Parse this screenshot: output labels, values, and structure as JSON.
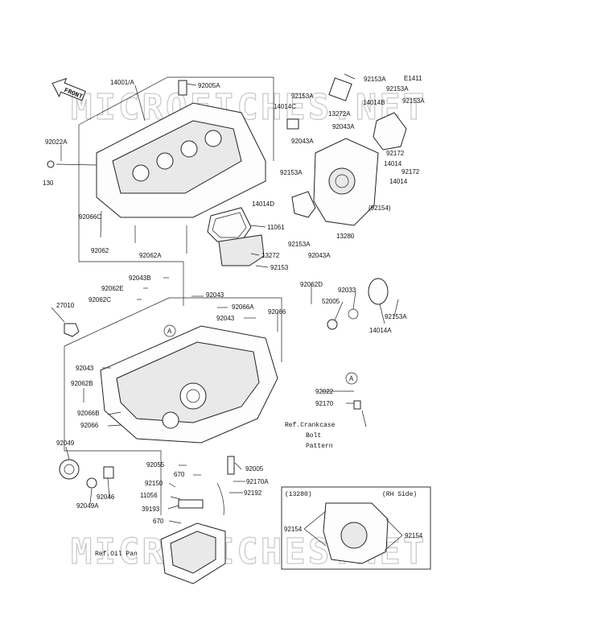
{
  "diagram_code": "E1411",
  "front_label": "FRONT",
  "watermark_text": "MICROFICHES.NET",
  "circle_ref": "A",
  "ref_crankcase": [
    "Ref.Crankcase",
    "Bolt",
    "Pattern"
  ],
  "ref_oil_pan": "Ref.Oil Pan",
  "inset": {
    "code": "(13280)",
    "side": "(RH Side)",
    "part_left": "92154",
    "part_right": "92154"
  },
  "labels": {
    "l1": "14001/A",
    "l2": "92005A",
    "l3": "92153A",
    "l4": "92153A",
    "l5": "92153A",
    "l6": "92153A",
    "l7": "14014C",
    "l8": "14014B",
    "l9": "13272A",
    "l10": "92043A",
    "l11": "92022A",
    "l12": "130",
    "l13": "92043A",
    "l14": "92172",
    "l15": "14014",
    "l16": "92153A",
    "l17": "92172",
    "l18": "14014",
    "l19": "14014D",
    "l20": "(92154)",
    "l21": "92066C",
    "l22": "11061",
    "l23": "13280",
    "l24": "92062",
    "l25": "92153A",
    "l26": "92062A",
    "l27": "13272",
    "l28": "92043A",
    "l29": "92153",
    "l30": "92043B",
    "l31": "92062E",
    "l32": "92062C",
    "l33": "92043",
    "l34": "92062D",
    "l35": "92033",
    "l36": "27010",
    "l37": "92066A",
    "l38": "92066",
    "l39": "52005",
    "l40": "92043",
    "l41": "92153A",
    "l42": "14014A",
    "l43": "92043",
    "l44": "92062B",
    "l45": "92022",
    "l46": "92170",
    "l47": "92066B",
    "l48": "92066",
    "l49": "92049",
    "l50": "92055",
    "l51": "92005",
    "l52": "670",
    "l53": "92150",
    "l54": "92170A",
    "l55": "11056",
    "l56": "92192",
    "l57": "92046",
    "l58": "92049A",
    "l59": "39193",
    "l60": "670"
  }
}
